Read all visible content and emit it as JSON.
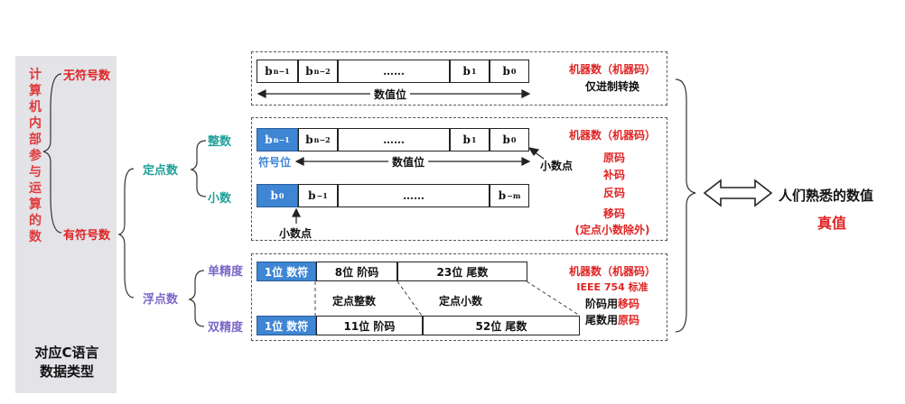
{
  "left": {
    "title_chars": [
      "计",
      "算",
      "机",
      "内",
      "部",
      "参",
      "与",
      "运",
      "算",
      "的",
      "数"
    ],
    "unsigned": "无符号数",
    "signed": "有符号数",
    "fixed": "定点数",
    "float": "浮点数",
    "integer": "整数",
    "fraction": "小数",
    "single": "单精度",
    "double": "双精度",
    "footer_line1": "对应C语言",
    "footer_line2": "数据类型"
  },
  "unsigned_row": {
    "cells": [
      {
        "base": "b",
        "sub": "n−1"
      },
      {
        "base": "b",
        "sub": "n−2"
      },
      {
        "base": "……",
        "sub": ""
      },
      {
        "base": "b",
        "sub": "1"
      },
      {
        "base": "b",
        "sub": "0"
      }
    ],
    "value_label": "数值位",
    "note1": "机器数（机器码）",
    "note2": "仅进制转换"
  },
  "int_row": {
    "cells": [
      {
        "base": "b",
        "sub": "n−1"
      },
      {
        "base": "b",
        "sub": "n−2"
      },
      {
        "base": "……",
        "sub": ""
      },
      {
        "base": "b",
        "sub": "1"
      },
      {
        "base": "b",
        "sub": "0"
      }
    ],
    "sign_label": "符号位",
    "value_label": "数值位",
    "point_label": "小数点"
  },
  "frac_row": {
    "cells": [
      {
        "base": "b",
        "sub": "0"
      },
      {
        "base": "b",
        "sub": "−1"
      },
      {
        "base": "……",
        "sub": ""
      },
      {
        "base": "b",
        "sub": "−m"
      }
    ],
    "point_label": "小数点"
  },
  "fixed_notes": {
    "title": "机器数（机器码）",
    "codes": [
      "原码",
      "补码",
      "反码",
      "移码"
    ],
    "exception": "(定点小数除外)"
  },
  "float_rows": {
    "single": [
      "1位 数符",
      "8位 阶码",
      "23位 尾数"
    ],
    "double": [
      "1位 数符",
      "11位 阶码",
      "52位 尾数"
    ],
    "mid_int": "定点整数",
    "mid_frac": "定点小数"
  },
  "float_notes": {
    "title": "机器数（机器码）",
    "standard": "IEEE 754 标准",
    "exp_prefix": "阶码用",
    "exp_code": "移码",
    "man_prefix": "尾数用",
    "man_code": "原码"
  },
  "right": {
    "human": "人们熟悉的数值",
    "true_value": "真值"
  },
  "colors": {
    "red": "#e02424",
    "teal": "#1fa09a",
    "purple": "#7b68c8",
    "blue": "#3e85d4"
  }
}
